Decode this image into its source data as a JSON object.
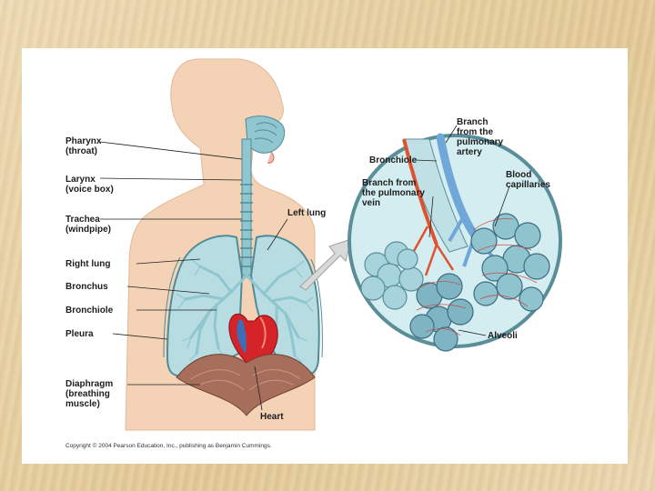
{
  "labels": {
    "pharynx": "Pharynx\n(throat)",
    "larynx": "Larynx\n(voice box)",
    "trachea": "Trachea\n(windpipe)",
    "right_lung": "Right lung",
    "bronchus": "Bronchus",
    "bronchiole": "Bronchiole",
    "pleura": "Pleura",
    "diaphragm": "Diaphragm\n(breathing\nmuscle)",
    "left_lung": "Left lung",
    "heart": "Heart",
    "inset_bronchiole": "Bronchiole",
    "inset_artery": "Branch\nfrom the\npulmonary\nartery",
    "inset_vein": "Branch from\nthe pulmonary\nvein",
    "blood_capillaries": "Blood\ncapillaries",
    "alveoli": "Alveoli"
  },
  "copyright": "Copyright © 2004 Pearson Education, Inc., publishing as Benjamin Cummings.",
  "colors": {
    "skin": "#f3d2b6",
    "lung": "#b7dde2",
    "airway": "#8fc6cf",
    "artery": "#e0522f",
    "vein": "#6fa7d8",
    "heart": "#d4242a",
    "diaphragm": "#a86e5c"
  }
}
